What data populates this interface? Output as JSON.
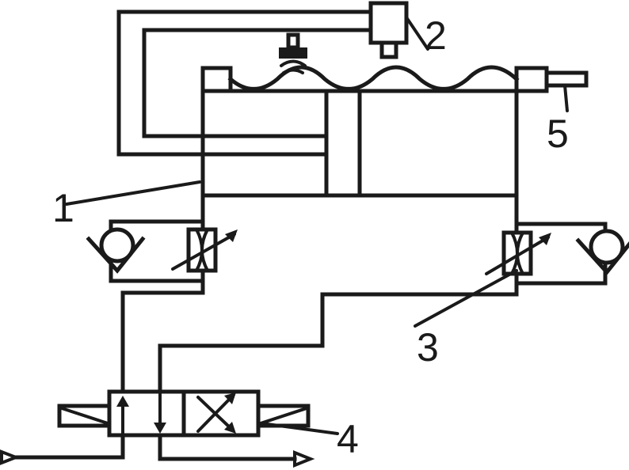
{
  "labels": {
    "one": "1",
    "two": "2",
    "three": "3",
    "four": "4",
    "five": "5"
  },
  "colors": {
    "line": "#1a1a1a",
    "background": "#ffffff"
  }
}
